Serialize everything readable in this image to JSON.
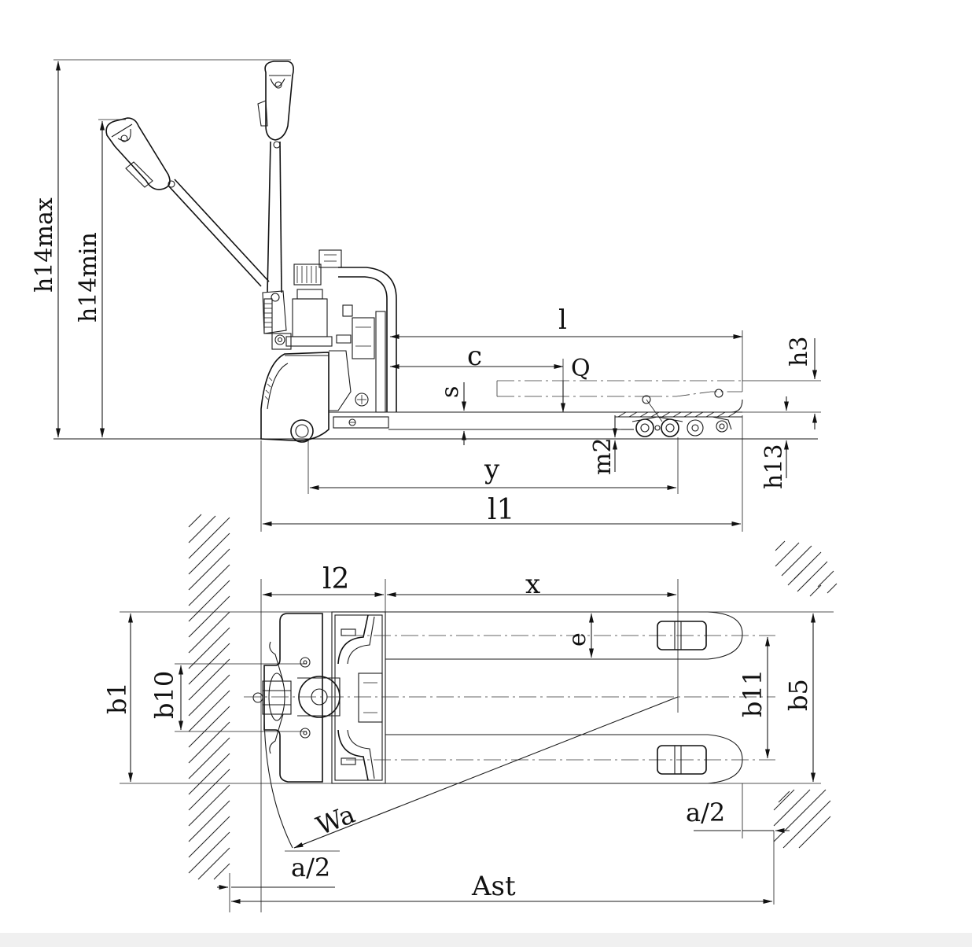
{
  "labels": {
    "h14max": "h14max",
    "h14min": "h14min",
    "l": "l",
    "c": "c",
    "Q": "Q",
    "s": "s",
    "h3": "h3",
    "h13": "h13",
    "m2": "m2",
    "y": "y",
    "l1": "l1",
    "l2": "l2",
    "x": "x",
    "e": "e",
    "b1": "b1",
    "b10": "b10",
    "b11": "b11",
    "b5": "b5",
    "Wa": "Wa",
    "a2_left": "a/2",
    "a2_right": "a/2",
    "Ast": "Ast"
  }
}
